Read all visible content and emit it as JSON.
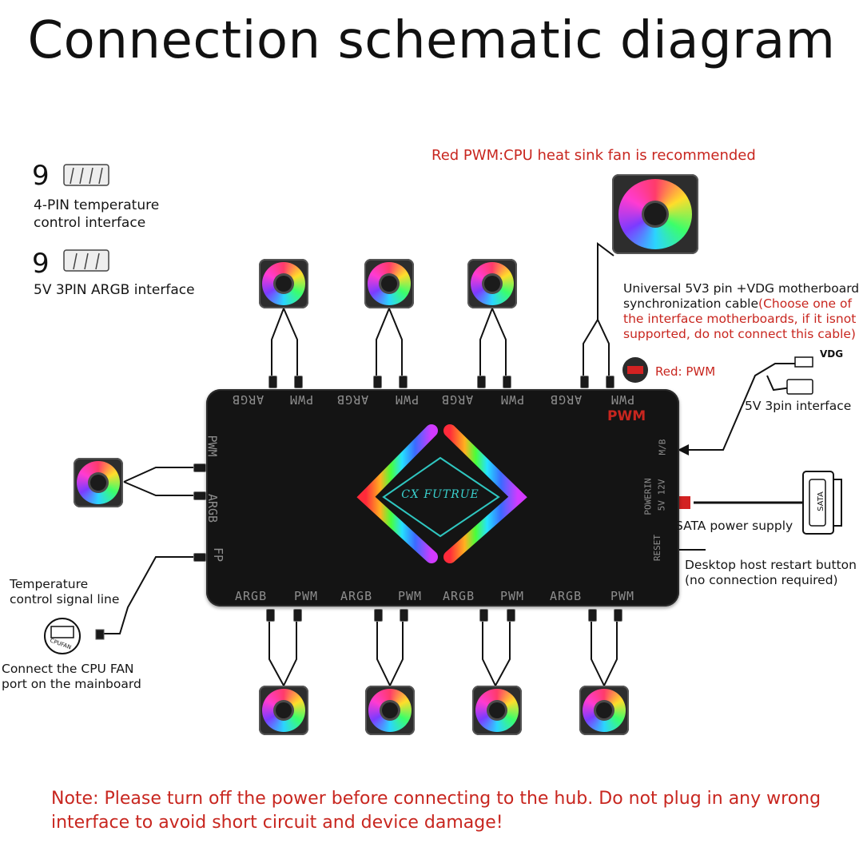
{
  "title": "Connection schematic diagram",
  "legend": {
    "pin4_count": "9",
    "pin4_label": "4-PIN temperature control interface",
    "pin3_count": "9",
    "pin3_label": "5V 3PIN ARGB interface"
  },
  "notes": {
    "red_pwm_top": "Red PWM:CPU heat sink fan is recommended",
    "universal_black": "Universal 5V3 pin +VDG motherboard synchronization cable",
    "universal_red": "(Choose one of the interface motherboards, if it isnot supported, do not connect this cable)",
    "vdg": "VDG",
    "red_pwm": "Red: PWM",
    "pin3_interface": "5V 3pin interface",
    "sata_supply": "SATA power supply",
    "sata": "SATA",
    "restart": "Desktop host restart button (no connection required)",
    "temp_signal": "Temperature control signal line",
    "cpu_fan": "Connect the CPU FAN port on the mainboard",
    "cpu_fan_icon_text": "CPUFAN",
    "warning": "Note: Please turn off the power before connecting to the hub. Do not plug in any wrong interface to avoid short circuit and device damage!"
  },
  "hub": {
    "brand": "CX FUTRUE",
    "pwm_red": "PWM",
    "top_ports": [
      "ARGB",
      "PWM",
      "ARGB",
      "PWM",
      "ARGB",
      "PWM",
      "ARGB",
      "PWM"
    ],
    "bottom_ports": [
      "ARGB",
      "PWM",
      "ARGB",
      "PWM",
      "ARGB",
      "PWM",
      "ARGB",
      "PWM"
    ],
    "left_ports": [
      "PWM",
      "ARGB",
      "FP"
    ],
    "right_mb": "M/B",
    "right_power": "POWERIN",
    "right_power_sub": "5V 12V",
    "right_reset": "RESET"
  },
  "colors": {
    "red_text": "#c8261f",
    "hub_body": "#141414"
  }
}
